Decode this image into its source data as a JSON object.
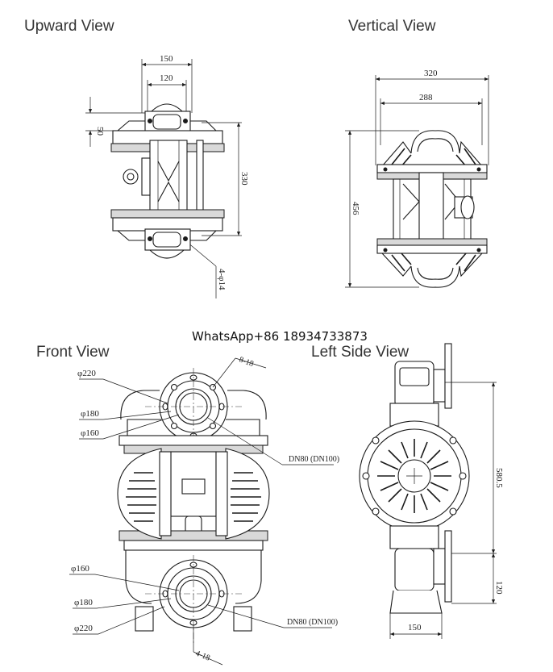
{
  "views": {
    "upward": "Upward View",
    "vertical": "Vertical View",
    "front": "Front View",
    "left_side": "Left Side View"
  },
  "watermark": "WhatsApp+86 18934733873",
  "dimensions": {
    "upward": {
      "w150": "150",
      "w120": "120",
      "h50": "50",
      "h330": "330",
      "holes": "4-φ14"
    },
    "vertical": {
      "w320": "320",
      "w288": "288",
      "h456": "456"
    },
    "front": {
      "top_d220": "φ220",
      "top_d180": "φ180",
      "top_d160": "φ160",
      "top_holes": "8-18",
      "top_dn": "DN80 (DN100)",
      "bot_d160": "φ160",
      "bot_d180": "φ180",
      "bot_d220": "φ220",
      "bot_holes": "4-18",
      "bot_dn": "DN80 (DN100)"
    },
    "left_side": {
      "h5805": "580.5",
      "h120": "120",
      "w150": "150"
    }
  }
}
